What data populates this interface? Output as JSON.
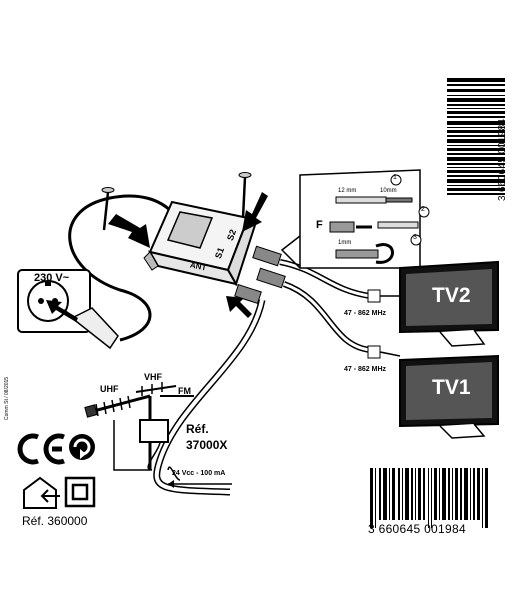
{
  "amplifier": {
    "port_s2": "S2",
    "port_s1": "S1",
    "port_ant": "ANT"
  },
  "mains": {
    "voltage": "230 V~"
  },
  "cable_prep": {
    "step1": "1",
    "step2": "2",
    "step3": "3",
    "dim_12mm": "12 mm",
    "dim_10mm": "10mm",
    "dim_1mm": "1mm",
    "f_connector": "F"
  },
  "outputs": [
    {
      "tv_label": "TV2",
      "frequency": "47 - 862 MHz"
    },
    {
      "tv_label": "TV1",
      "frequency": "47 - 862 MHz"
    }
  ],
  "antenna": {
    "uhf": "UHF",
    "vhf": "VHF",
    "fm": "FM",
    "power": "24 Vcc - 100 mA",
    "ref_line1": "Réf.",
    "ref_line2": "37000X"
  },
  "side_text": "Comm St / 08/2015",
  "reference": "Réf. 360000",
  "barcode_bottom": "3 660645 001984",
  "barcode_side": "3 660645 001984",
  "icons": [
    "ce-mark-icon",
    "recycle-icon",
    "indoor-use-icon",
    "double-insulation-icon"
  ]
}
